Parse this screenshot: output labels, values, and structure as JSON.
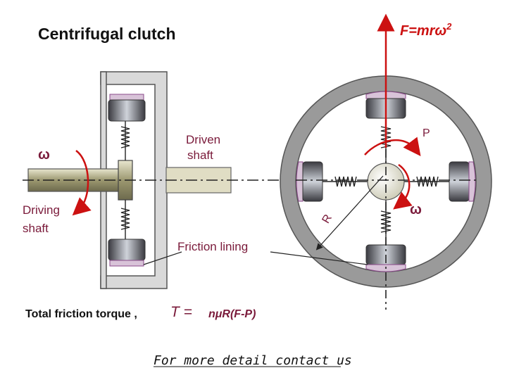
{
  "title": "Centrifugal clutch",
  "force_formula": {
    "main": "F=mrω",
    "sup": "2"
  },
  "labels": {
    "omega_left": "ω",
    "omega_right": "ω",
    "driven_shaft_line1": "Driven",
    "driven_shaft_line2": "shaft",
    "driving_shaft_line1": "Driving",
    "driving_shaft_line2": "shaft",
    "p_label": "P",
    "r_label": "R",
    "friction_lining": "Friction lining"
  },
  "torque": {
    "prefix": "Total friction torque ,",
    "symbol": "T =",
    "expression": "nμR(F-P)"
  },
  "contact_link": "For more detail contact us",
  "colors": {
    "accent_red": "#cc1111",
    "label_maroon": "#7a1a3a",
    "housing_gray": "#9a9a9a",
    "housing_light": "#d9d9d9",
    "lining_purple": "#8a4a8a",
    "shaft_olive": "#b7b38a"
  }
}
